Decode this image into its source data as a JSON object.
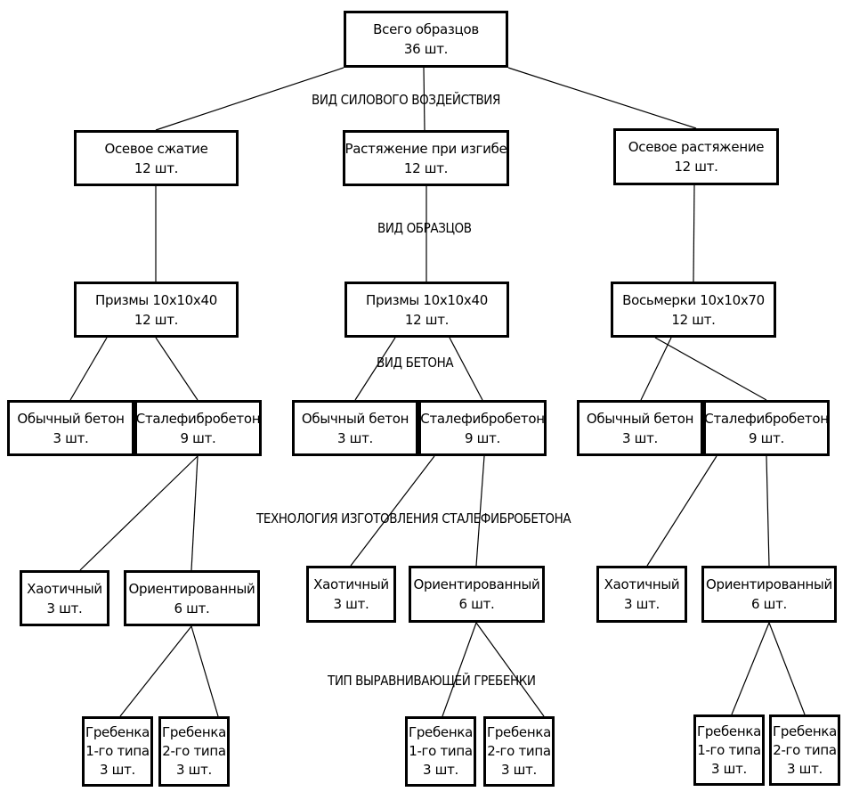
{
  "level_labels": {
    "force": "ВИД СИЛОВОГО ВОЗДЕЙСТВИЯ",
    "specimen": "ВИД ОБРАЗЦОВ",
    "concrete": "ВИД БЕТОНА",
    "technology": "ТЕХНОЛОГИЯ ИЗГОТОВЛЕНИЯ СТАЛЕФИБРОБЕТОНА",
    "comb": "ТИП ВЫРАВНИВАЮЩЕЙ ГРЕБЕНКИ"
  },
  "root": {
    "lines": [
      "Всего образцов",
      "36 шт."
    ]
  },
  "branches": [
    {
      "load": {
        "lines": [
          "Осевое сжатие",
          "12 шт."
        ]
      },
      "specimen": {
        "lines": [
          "Призмы 10х10х40",
          "12 шт."
        ]
      },
      "plain": {
        "lines": [
          "Обычный бетон",
          "3 шт."
        ]
      },
      "sfrc": {
        "lines": [
          "Сталефибробетон",
          "9 шт."
        ]
      },
      "chaotic": {
        "lines": [
          "Хаотичный",
          "3 шт."
        ]
      },
      "oriented": {
        "lines": [
          "Ориентированный",
          "6 шт."
        ]
      },
      "comb1": {
        "lines": [
          "Гребенка",
          "1-го типа",
          "3 шт."
        ]
      },
      "comb2": {
        "lines": [
          "Гребенка",
          "2-го типа",
          "3 шт."
        ]
      }
    },
    {
      "load": {
        "lines": [
          "Растяжение при изгибе",
          "12 шт."
        ]
      },
      "specimen": {
        "lines": [
          "Призмы 10х10х40",
          "12 шт."
        ]
      },
      "plain": {
        "lines": [
          "Обычный бетон",
          "3 шт."
        ]
      },
      "sfrc": {
        "lines": [
          "Сталефибробетон",
          "9 шт."
        ]
      },
      "chaotic": {
        "lines": [
          "Хаотичный",
          "3 шт."
        ]
      },
      "oriented": {
        "lines": [
          "Ориентированный",
          "6 шт."
        ]
      },
      "comb1": {
        "lines": [
          "Гребенка",
          "1-го типа",
          "3 шт."
        ]
      },
      "comb2": {
        "lines": [
          "Гребенка",
          "2-го типа",
          "3 шт."
        ]
      }
    },
    {
      "load": {
        "lines": [
          "Осевое растяжение",
          "12 шт."
        ]
      },
      "specimen": {
        "lines": [
          "Восьмерки 10х10х70",
          "12 шт."
        ]
      },
      "plain": {
        "lines": [
          "Обычный бетон",
          "3 шт."
        ]
      },
      "sfrc": {
        "lines": [
          "Сталефибробетон",
          "9 шт."
        ]
      },
      "chaotic": {
        "lines": [
          "Хаотичный",
          "3 шт."
        ]
      },
      "oriented": {
        "lines": [
          "Ориентированный",
          "6 шт."
        ]
      },
      "comb1": {
        "lines": [
          "Гребенка",
          "1-го типа",
          "3 шт."
        ]
      },
      "comb2": {
        "lines": [
          "Гребенка",
          "2-го типа",
          "3 шт."
        ]
      }
    }
  ]
}
